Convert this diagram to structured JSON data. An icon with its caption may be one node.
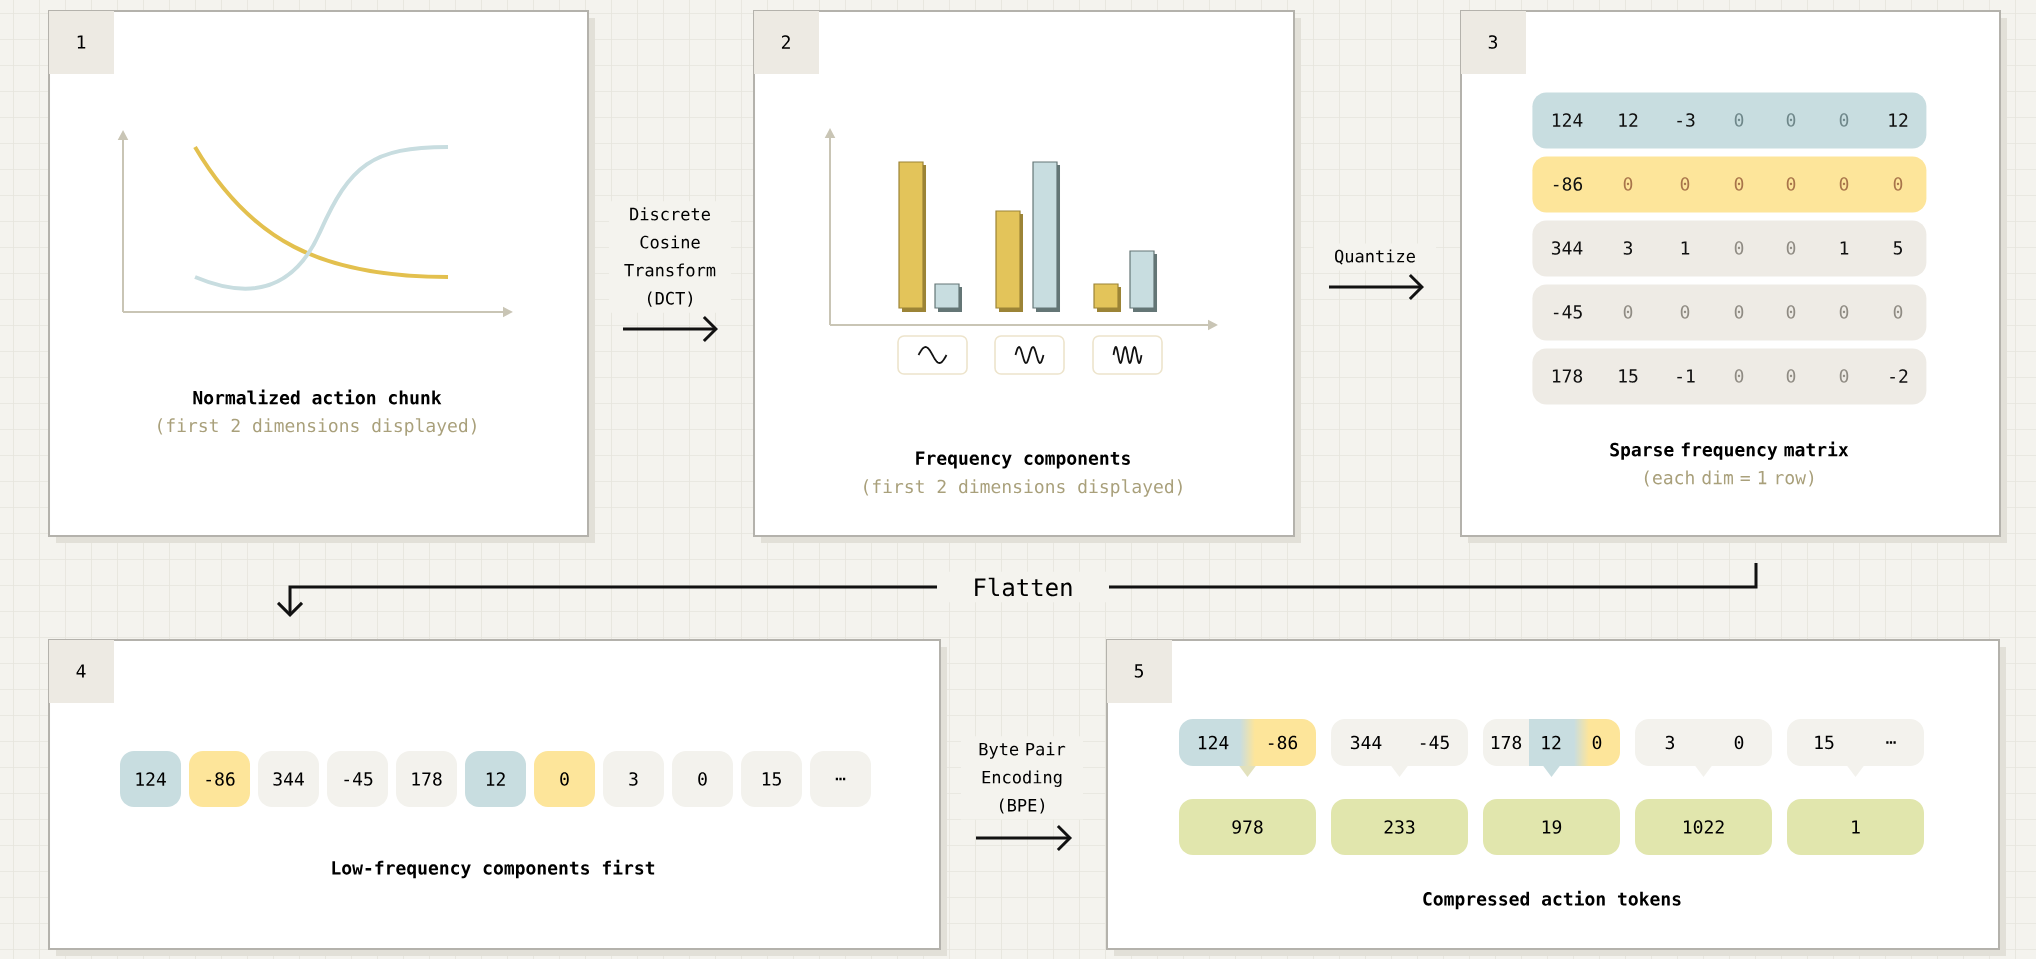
{
  "diagram": {
    "nodes": [
      {
        "text": [
          "1",
          "Normalized action chunk",
          "(first 2 dimensions displayed)"
        ]
      },
      {
        "text": [
          "2",
          "Frequency components",
          "(first 2 dimensions displayed)"
        ]
      },
      {
        "text": [
          "3",
          "Sparse frequency matrix",
          "(each dim = 1 row)"
        ]
      },
      {
        "text": [
          "124",
          "12",
          "-3",
          "0",
          "0",
          "0",
          "12"
        ],
        "in": 2
      },
      {
        "text": [
          "-86",
          "0",
          "0",
          "0",
          "0",
          "0",
          "0"
        ],
        "in": 2
      },
      {
        "text": [
          "344",
          "3",
          "1",
          "0",
          "0",
          "1",
          "5"
        ],
        "in": 2
      },
      {
        "text": [
          "-45",
          "0",
          "0",
          "0",
          "0",
          "0",
          "0"
        ],
        "in": 2
      },
      {
        "text": [
          "178",
          "15",
          "-1",
          "0",
          "0",
          "0",
          "-2"
        ],
        "in": 2
      },
      {
        "text": [
          "4",
          "Low-frequency components first"
        ]
      },
      {
        "text": [
          "124"
        ],
        "in": 8
      },
      {
        "text": [
          "-86"
        ],
        "in": 8
      },
      {
        "text": [
          "344"
        ],
        "in": 8
      },
      {
        "text": [
          "-45"
        ],
        "in": 8
      },
      {
        "text": [
          "178"
        ],
        "in": 8
      },
      {
        "text": [
          "12"
        ],
        "in": 8
      },
      {
        "text": [
          "0"
        ],
        "in": 8
      },
      {
        "text": [
          "3"
        ],
        "in": 8
      },
      {
        "text": [
          "0"
        ],
        "in": 8
      },
      {
        "text": [
          "15"
        ],
        "in": 8
      },
      {
        "text": [
          "…"
        ],
        "in": 8
      },
      {
        "text": [
          "5",
          "Compressed action tokens"
        ]
      },
      {
        "text": [
          "124",
          "-86"
        ],
        "in": 20
      },
      {
        "text": [
          "344",
          "-45"
        ],
        "in": 20
      },
      {
        "text": [
          "178",
          "12",
          "0"
        ],
        "in": 20
      },
      {
        "text": [
          "3",
          "0"
        ],
        "in": 20
      },
      {
        "text": [
          "15",
          "…"
        ],
        "in": 20
      },
      {
        "text": [
          "978"
        ],
        "in": 20
      },
      {
        "text": [
          "233"
        ],
        "in": 20
      },
      {
        "text": [
          "19"
        ],
        "in": 20
      },
      {
        "text": [
          "1022"
        ],
        "in": 20
      },
      {
        "text": [
          "1"
        ],
        "in": 20
      }
    ],
    "edges": [
      {
        "from": 0,
        "to": 1,
        "arrow": "to",
        "label": "Discrete Cosine Transform (DCT)"
      },
      {
        "from": 1,
        "to": 2,
        "arrow": "to",
        "label": "Quantize"
      },
      {
        "from": 2,
        "to": 8,
        "arrow": "to",
        "label": "Flatten"
      },
      {
        "from": 8,
        "to": 20,
        "arrow": "to",
        "label": "Byte Pair Encoding (BPE)"
      }
    ]
  }
}
